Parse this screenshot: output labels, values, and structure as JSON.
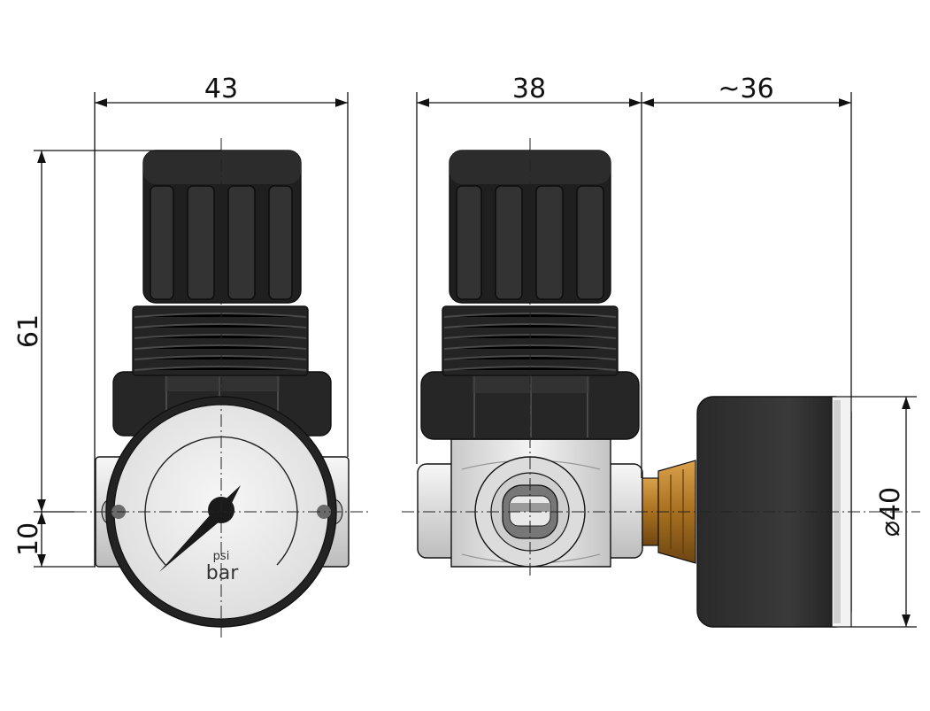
{
  "dimensions": {
    "width_front": "43",
    "width_side": "38",
    "gauge_projection": "~36",
    "height_total": "61",
    "port_offset": "10",
    "gauge_diameter": "⌀40"
  },
  "gauge_face": {
    "unit_small": "psi",
    "unit_large": "bar"
  },
  "colors": {
    "knob": "#1f1f1f",
    "body_metal": "#e4e4e4",
    "gauge_face": "#ececec",
    "brass_fitting": "#b07a2a",
    "line": "#111111"
  }
}
